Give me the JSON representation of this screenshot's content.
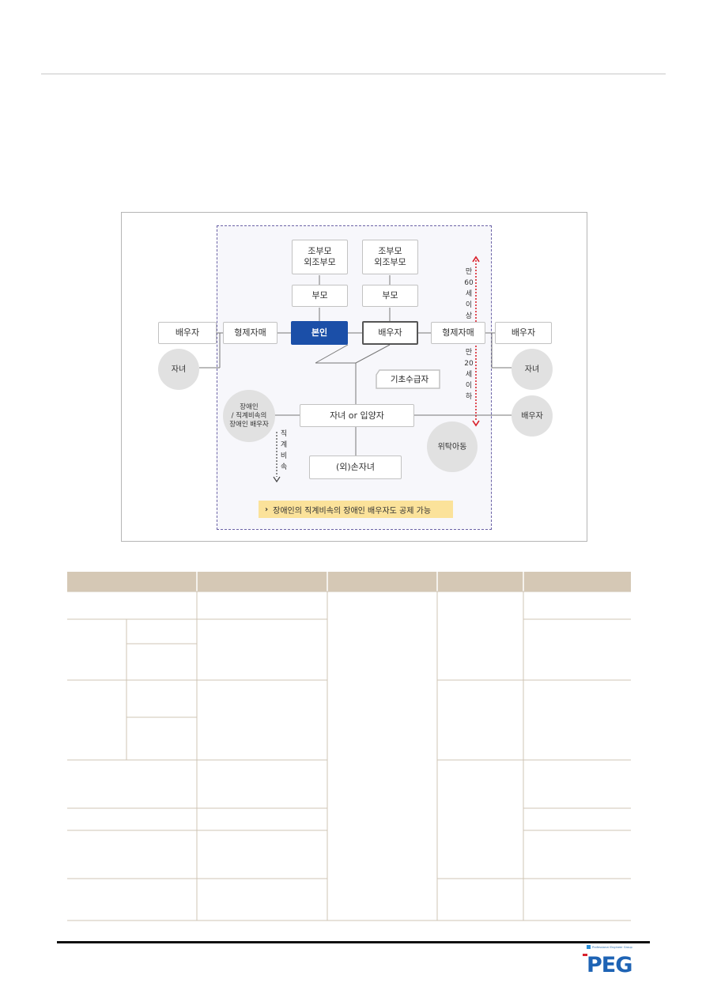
{
  "diagram": {
    "grandparents_left": "조부모\n외조부모",
    "grandparents_right": "조부모\n외조부모",
    "parents_left": "부모",
    "parents_right": "부모",
    "self": "본인",
    "spouse": "배우자",
    "siblings_left": "형제자매",
    "siblings_right": "형제자매",
    "sibling_spouse_left": "배우자",
    "sibling_spouse_right": "배우자",
    "sibling_child_left": "자녀",
    "sibling_child_right": "자녀",
    "basic_recipient": "기초수급자",
    "disabled_note": "장애인\n/ 직계비속의\n장애인 배우자",
    "children": "자녀 or 입양자",
    "child_spouse": "배우자",
    "foster_child": "위탁아동",
    "grandchildren": "(외)손자녀",
    "lineal_desc": "직\n계\n비\n속",
    "age_60": "만\n60\n세\n이\n상",
    "age_20": "만\n20\n세\n이\n하",
    "banner": "장애인의 직계비속의 장애인 배우자도 공제 가능",
    "banner_chevron": "›",
    "colors": {
      "self_fill": "#1b4fa8",
      "age_arrow": "#d9232e",
      "scope_border": "#6a62a6",
      "banner": "#fbe29a",
      "table_header": "#d5c8b5"
    }
  },
  "table": {
    "header": [
      "",
      "",
      "",
      "",
      ""
    ],
    "rows_shown": "empty"
  },
  "logo": {
    "tagline": "Professional Engineer Group",
    "text": "PEG"
  }
}
